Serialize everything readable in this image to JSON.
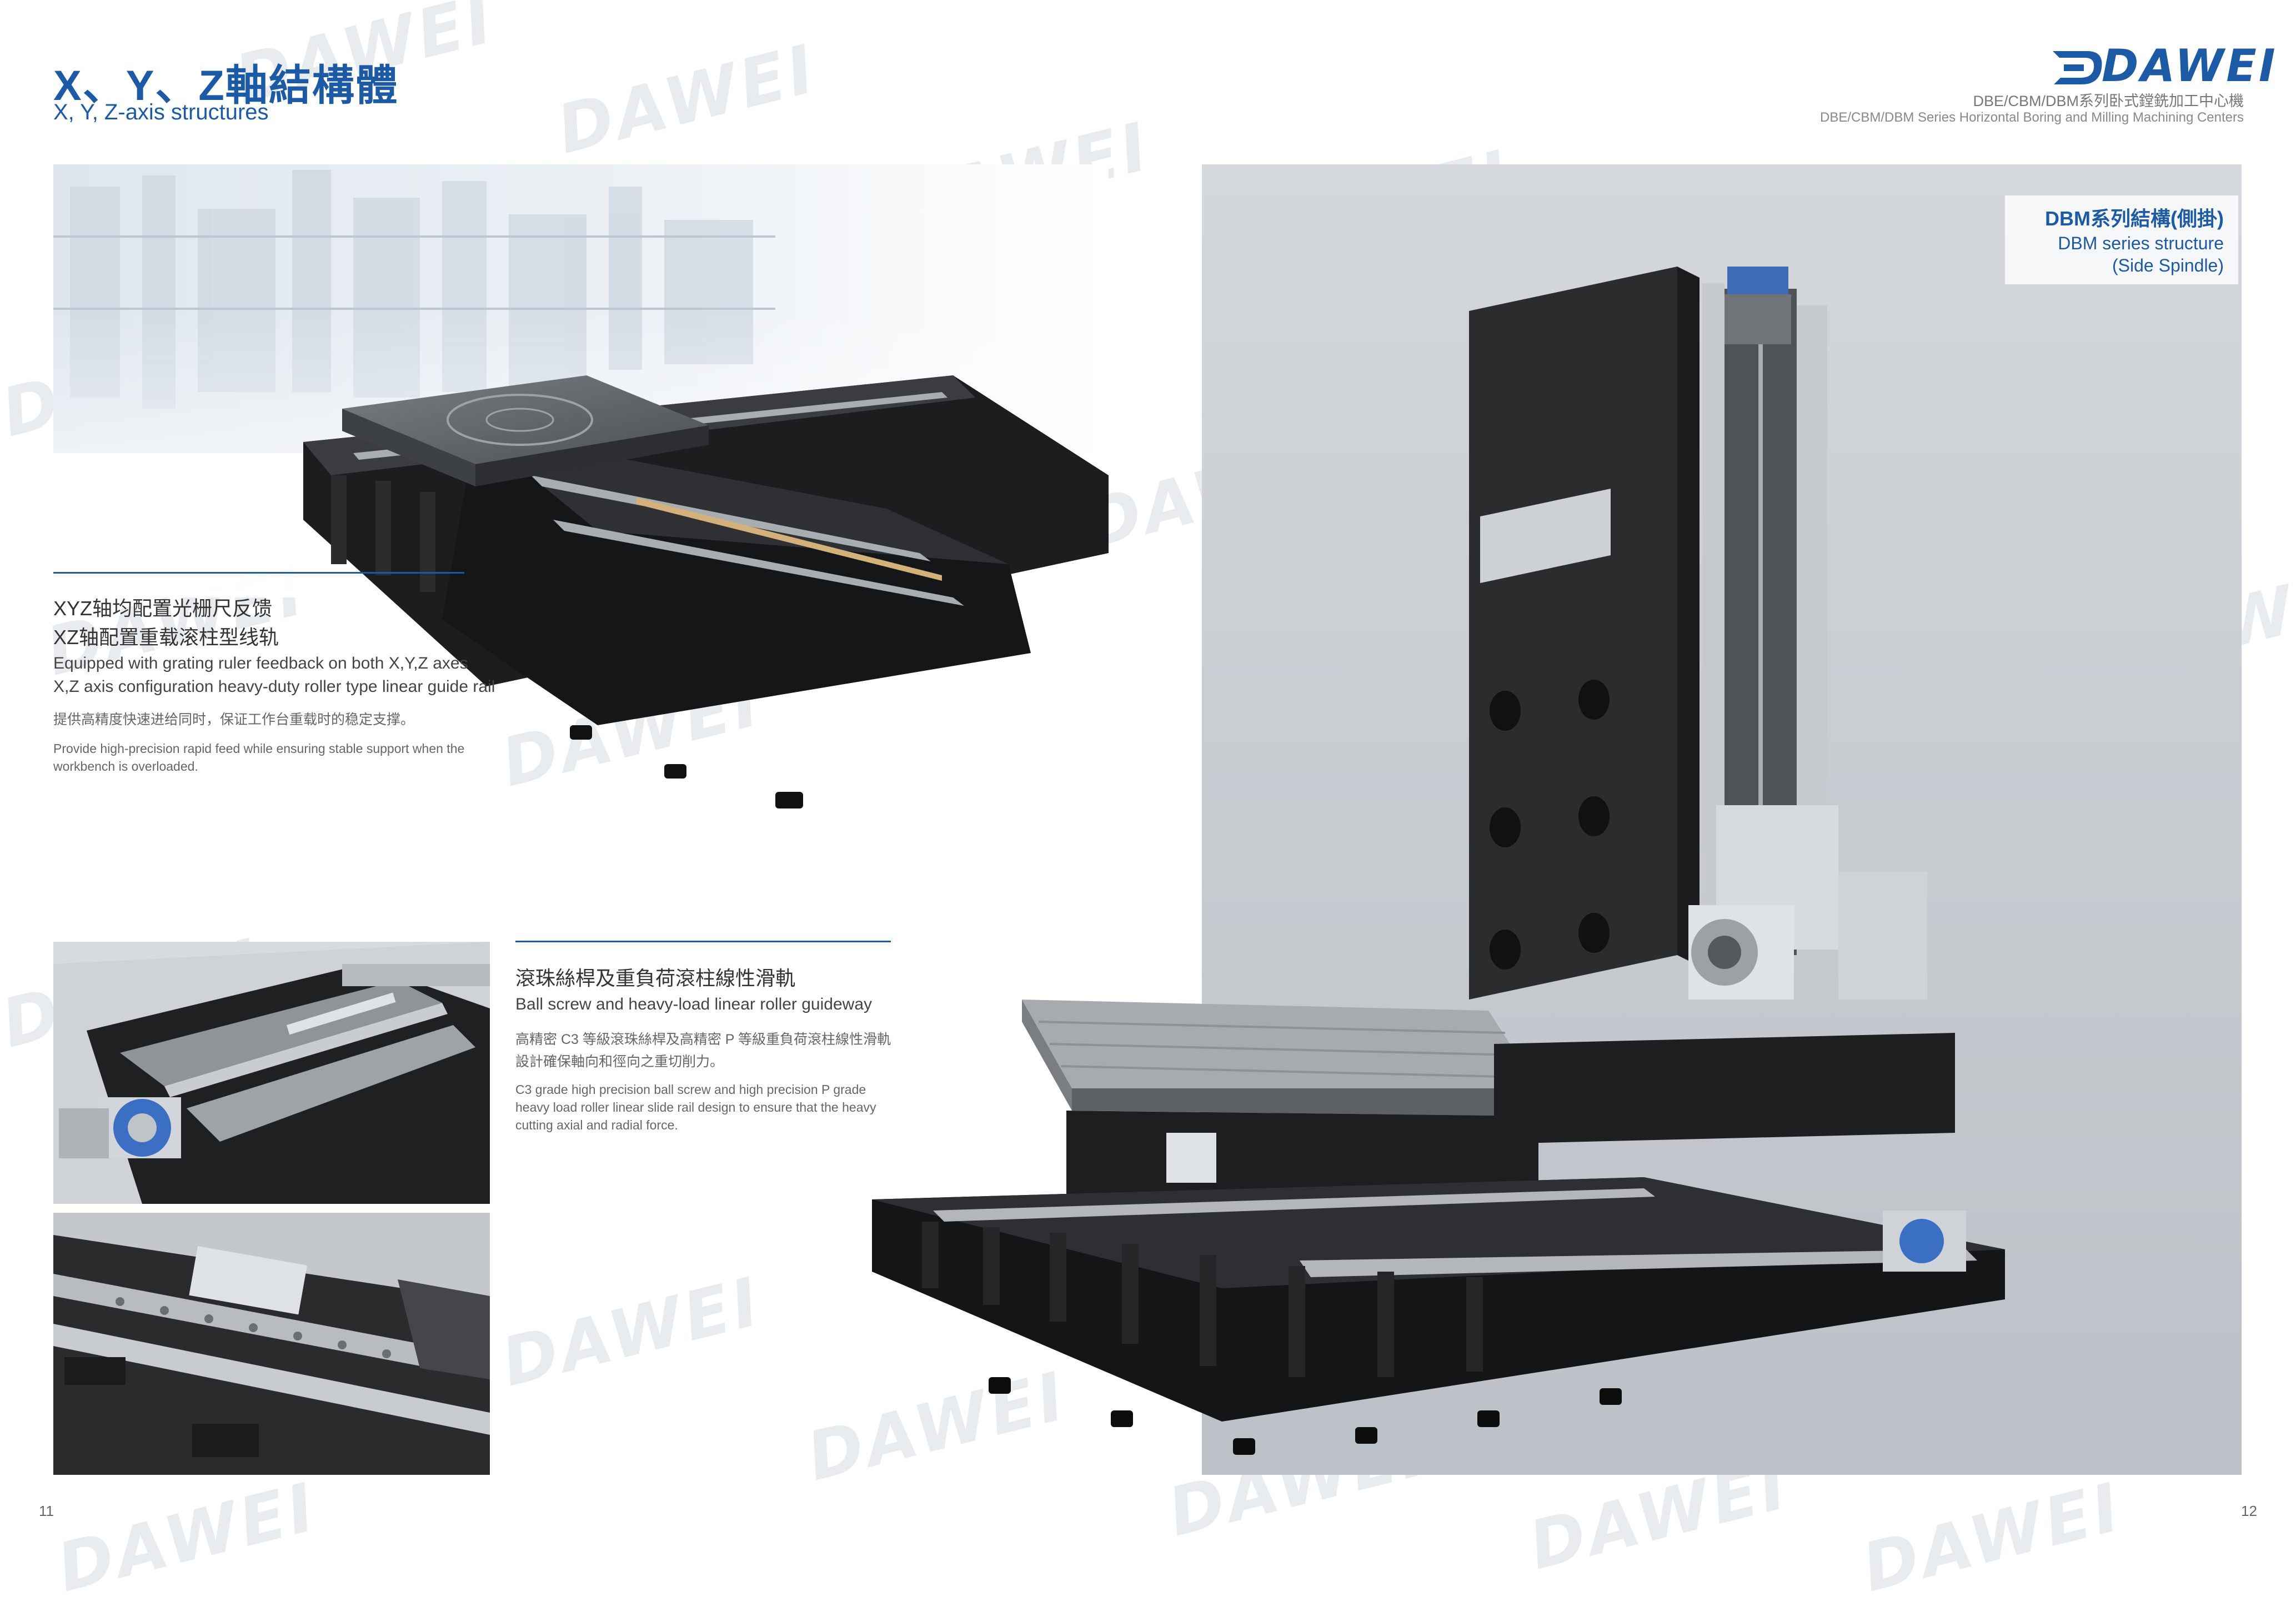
{
  "brand": {
    "logo_text": "DAWEI",
    "accent_color": "#1d5aa5"
  },
  "header": {
    "title_cn": "X、Y、Z軸結構體",
    "title_en": "X, Y, Z-axis structures",
    "series_cn": "DBE/CBM/DBM系列卧式鏜銑加工中心機",
    "series_en": "DBE/CBM/DBM Series Horizontal Boring and Milling Machining Centers"
  },
  "section_xyz": {
    "heading_cn_1": "XYZ轴均配置光栅尺反馈",
    "heading_cn_2": "XZ轴配置重载滚柱型线轨",
    "heading_en_1": "Equipped with grating ruler feedback on both X,Y,Z axes",
    "heading_en_2": "X,Z axis configuration heavy-duty roller type linear guide rail",
    "body_cn": "提供高精度快速进给同时，保证工作台重载时的稳定支撑。",
    "body_en": "Provide high-precision rapid feed while ensuring stable support when the workbench is overloaded."
  },
  "section_ballscrew": {
    "heading_cn": "滾珠絲桿及重負荷滾柱線性滑軌",
    "heading_en": "Ball screw and heavy-load linear roller guideway",
    "body_cn": "高精密 C3 等級滾珠絲桿及高精密 P 等級重負荷滾柱線性滑軌設計確保軸向和徑向之重切削力。",
    "body_en": "C3 grade high precision ball screw and high precision P grade heavy load roller linear slide rail design to ensure that the heavy cutting axial and radial force."
  },
  "dbm_label": {
    "cn": "DBM系列結構(側掛)",
    "en_1": "DBM series structure",
    "en_2": "(Side Spindle)"
  },
  "pages": {
    "left": "11",
    "right": "12"
  },
  "watermark_text": "DAWEI"
}
